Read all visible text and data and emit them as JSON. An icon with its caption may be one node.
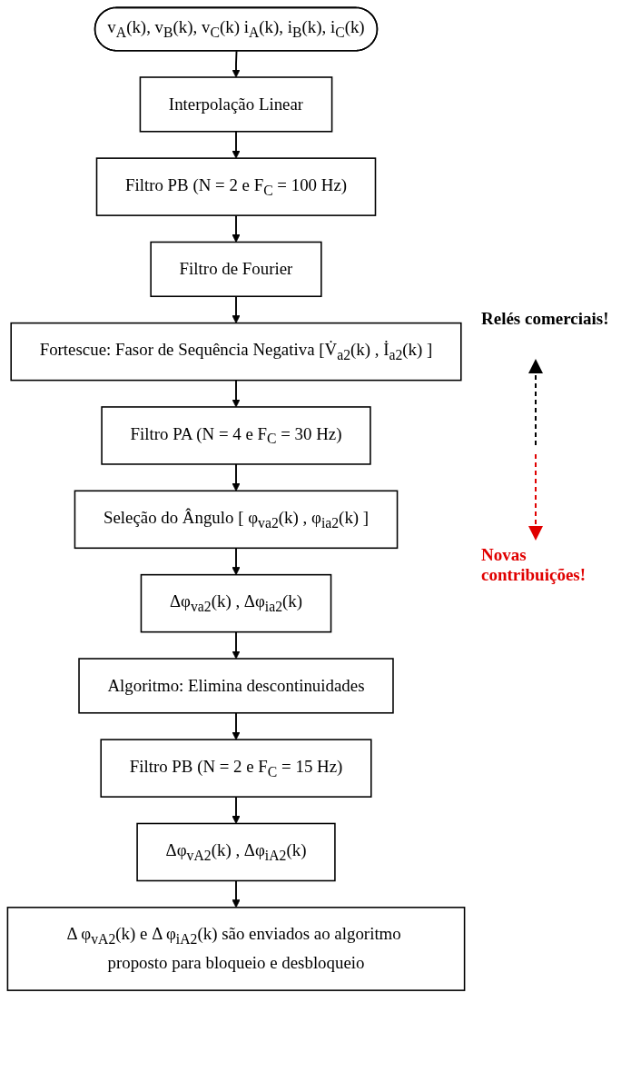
{
  "diagram": {
    "nodes": [
      {
        "text": [
          "v$_{A}$(k), v$_{B}$(k), v$_{C}$(k) i$_{A}$(k), i$_{B}$(k), i$_{C}$(k)"
        ]
      },
      {
        "text": [
          "Interpolação Linear"
        ]
      },
      {
        "text": [
          "Filtro PB (N = 2 e F$_{C}$ = 100 Hz)"
        ]
      },
      {
        "text": [
          "Filtro de Fourier"
        ]
      },
      {
        "text": [
          "Fortescue: Fasor de Sequência Negativa [V̇$_{a2}$(k) , İ$_{a2}$(k) ]"
        ]
      },
      {
        "text": [
          "Filtro PA (N = 4 e F$_{C}$ = 30 Hz)"
        ]
      },
      {
        "text": [
          "Seleção do Ângulo [ φ$_{va2}$(k) , φ$_{ia2}$(k) ]"
        ]
      },
      {
        "text": [
          "Δφ$_{va2}$(k) , Δφ$_{ia2}$(k)"
        ]
      },
      {
        "text": [
          "Algoritmo: Elimina descontinuidades"
        ]
      },
      {
        "text": [
          "Filtro PB (N = 2 e F$_{C}$ = 15 Hz)"
        ]
      },
      {
        "text": [
          "Δφ$_{vA2}$(k) , Δφ$_{iA2}$(k)"
        ]
      },
      {
        "text": [
          "Δ φ$_{vA2}$(k) e Δ φ$_{iA2}$(k) são enviados ao algoritmo proposto para bloqueio e desbloqueio"
        ]
      }
    ],
    "edges": [
      {
        "from": 0,
        "to": 1,
        "arrow": "to"
      },
      {
        "from": 1,
        "to": 2,
        "arrow": "to"
      },
      {
        "from": 2,
        "to": 3,
        "arrow": "to"
      },
      {
        "from": 3,
        "to": 4,
        "arrow": "to"
      },
      {
        "from": 4,
        "to": 5,
        "arrow": "to"
      },
      {
        "from": 5,
        "to": 6,
        "arrow": "to"
      },
      {
        "from": 6,
        "to": 7,
        "arrow": "to"
      },
      {
        "from": 7,
        "to": 8,
        "arrow": "to"
      },
      {
        "from": 8,
        "to": 9,
        "arrow": "to"
      },
      {
        "from": 9,
        "to": 10,
        "arrow": "to"
      },
      {
        "from": 10,
        "to": 11,
        "arrow": "to"
      }
    ],
    "labels": [
      "Relés comerciais!",
      "Novas contribuições!"
    ]
  }
}
